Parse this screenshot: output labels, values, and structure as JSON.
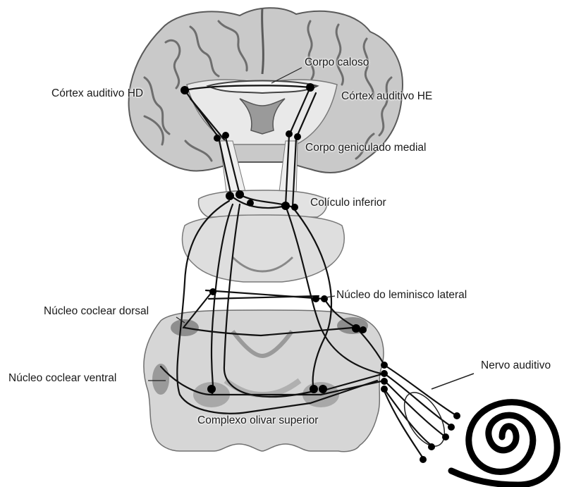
{
  "labels": {
    "corpo_caloso": "Corpo caloso",
    "cortex_hd": "Córtex auditivo HD",
    "cortex_he": "Córtex auditivo HE",
    "geniculado": "Corpo geniculado medial",
    "coliculo": "Colículo inferior",
    "leminisco": "Núcleo do leminisco lateral",
    "coclear_dorsal": "Núcleo coclear dorsal",
    "coclear_ventral": "Núcleo coclear ventral",
    "nervo": "Nervo auditivo",
    "olivar": "Complexo olivar superior"
  },
  "colors": {
    "tissue_light": "#e6e6e6",
    "tissue_mid": "#cfcfcf",
    "tissue_dark": "#8e8e8e",
    "pathway": "#111111",
    "label_text": "#1a1a1a"
  }
}
